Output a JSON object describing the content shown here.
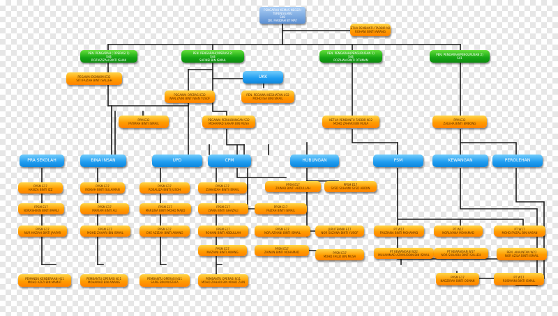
{
  "nodes": [
    {
      "id": "top",
      "style": "top",
      "lines": [
        "PENGARAH KEMAS NEGERI",
        "TERENGGANU",
        "S48",
        "DR. FARIDAH BT MAT"
      ]
    },
    {
      "id": "kpp",
      "style": "orange",
      "lines": [
        "KETUA PEMBANTU TADBIR N22",
        "ROHANI BINTI AWANG"
      ]
    },
    {
      "id": "o1",
      "style": "green",
      "lines": [
        "PEN. PENGARAH ( OPERASI 1)",
        "S44",
        "ROZIAZIZAH BINTI ISHAK"
      ]
    },
    {
      "id": "o2",
      "style": "green",
      "lines": [
        "PEN. PENGARAH(OPERASI 2)",
        "S44",
        "SAFINEI BIN ISMAIL"
      ]
    },
    {
      "id": "p1",
      "style": "green",
      "lines": [
        "PEN. PENGARAH(PENGURUSAN 1)",
        "S44",
        "ROZIHAN BINTI OTHMAN"
      ]
    },
    {
      "id": "p2",
      "style": "green",
      "lines": [
        "PEN. PENGARAH(PENGURUSAN 2)",
        "S41"
      ]
    },
    {
      "id": "pe1",
      "style": "orange",
      "lines": [
        "PEGAWAI EKONOMI E32",
        "SITI FAIZAH BINTI SALLEH"
      ]
    },
    {
      "id": "ukk",
      "style": "blue",
      "lines": [
        "UKK"
      ]
    },
    {
      "id": "pe2",
      "style": "orange",
      "lines": [
        "PEGAWAI OPERASI E32",
        "WAN ZAINI BINTI WAN YUSOF"
      ]
    },
    {
      "id": "ppu",
      "style": "orange",
      "lines": [
        "PEN. PEGAWAI KESIHATAN U32",
        "MOHD ISA BIN ISMAIL"
      ]
    },
    {
      "id": "pg1",
      "style": "orange",
      "lines": [
        "PPM E32",
        "FATIMAH BINTI ISMAIL"
      ]
    },
    {
      "id": "phm",
      "style": "orange",
      "lines": [
        "PEGAWAI PERHUBUNGAN S32",
        "MOHAMAD SAHAR BIN MUSA"
      ]
    },
    {
      "id": "ptd",
      "style": "orange",
      "lines": [
        "KETUA PEMBANTU TADBIR N32",
        "MOHD ZAHARI BIN MUSA"
      ]
    },
    {
      "id": "ppm2",
      "style": "orange",
      "lines": [
        "PPM E32",
        "ZALEHA BINTI EMBONG"
      ]
    },
    {
      "id": "u_pra",
      "style": "blue",
      "lines": [
        "PRA SEKOLAH"
      ]
    },
    {
      "id": "u_bina",
      "style": "blue",
      "lines": [
        "BINA INSAN"
      ]
    },
    {
      "id": "u_upd",
      "style": "blue",
      "lines": [
        "UPD"
      ]
    },
    {
      "id": "u_cpm",
      "style": "blue",
      "lines": [
        "CPM"
      ]
    },
    {
      "id": "u_hub",
      "style": "blue",
      "lines": [
        "HUBUNGAN"
      ]
    },
    {
      "id": "u_psm",
      "style": "blue",
      "lines": [
        "PSM"
      ]
    },
    {
      "id": "u_kew",
      "style": "blue",
      "lines": [
        "KEWANGAN"
      ]
    },
    {
      "id": "u_per",
      "style": "blue",
      "lines": [
        "PEROLEHAN"
      ]
    },
    {
      "id": "s1",
      "style": "orange",
      "lines": [
        "PPSM E17",
        "HASIZA BINTI IZZ"
      ]
    },
    {
      "id": "s2",
      "style": "orange",
      "lines": [
        "PPSM E17",
        "ROKIAH BINTI SULAIMAN"
      ]
    },
    {
      "id": "s3",
      "style": "orange",
      "lines": [
        "PPSM E17",
        "ROSALIZA BINTI JUSOH"
      ]
    },
    {
      "id": "s4",
      "style": "orange",
      "lines": [
        "PPSM E17",
        "ZUHAIZAH BINTI ISMAIL"
      ]
    },
    {
      "id": "s5",
      "style": "orange",
      "lines": [
        "PPSM E17",
        "ZAINAB BINTI ABDULLAH"
      ]
    },
    {
      "id": "s6",
      "style": "orange",
      "lines": [
        "PPSM E17",
        "SYED SUHAIMI SYED ABIDIN"
      ]
    },
    {
      "id": "s7",
      "style": "orange",
      "lines": [
        "PPSM E17",
        "NORASHIKIN BINTI RAMLI"
      ]
    },
    {
      "id": "s8",
      "style": "orange",
      "lines": [
        "PPSM E17",
        "MARIAM BINTI ALI"
      ]
    },
    {
      "id": "s9",
      "style": "orange",
      "lines": [
        "PPSM E17",
        "MARLINA BINTI MOHD MAJID"
      ]
    },
    {
      "id": "s10",
      "style": "orange",
      "lines": [
        "PPSM E17",
        "LYANA BINTI GHAZALI"
      ]
    },
    {
      "id": "s11",
      "style": "orange",
      "lines": [
        "PPSM E17",
        "FAIZAH BINTI ISMAIL"
      ]
    },
    {
      "id": "t1",
      "style": "orange",
      "lines": [
        "PPSM E17",
        "NUR HAZIAH BINTI JAAFAR"
      ]
    },
    {
      "id": "t2",
      "style": "orange",
      "lines": [
        "PPSM E17",
        "MOHD ZAHARI BIN ISMAIL"
      ]
    },
    {
      "id": "t3",
      "style": "orange",
      "lines": [
        "PPSM E17",
        "CHE AZIZAH BINTI AWANG"
      ]
    },
    {
      "id": "t4",
      "style": "orange",
      "lines": [
        "PPSM E17",
        "ROHANI BINTI ABDULLAH"
      ]
    },
    {
      "id": "t5",
      "style": "orange",
      "lines": [
        "PPSM E17",
        "NOR AZHANI BINTI ISMAIL"
      ]
    },
    {
      "id": "t6",
      "style": "orange",
      "lines": [
        "JURUTEKNIK E17",
        "NOR SUZANA BINTI YUSOF"
      ]
    },
    {
      "id": "t7",
      "style": "orange",
      "lines": [
        "PT W17",
        "FAUZIANA BINTI MOHAMAD"
      ]
    },
    {
      "id": "t8",
      "style": "orange",
      "lines": [
        "PT W17",
        "NORLIYANA MOHAMAD"
      ]
    },
    {
      "id": "t9",
      "style": "orange",
      "lines": [
        "PT W17",
        "MOHD FAIZAL BIN HASAN"
      ]
    },
    {
      "id": "u1",
      "style": "orange",
      "lines": [
        "PPSM E17",
        "MAZAINI BINTI AWANG"
      ]
    },
    {
      "id": "u2",
      "style": "orange",
      "lines": [
        "PPSM E17",
        "ZAINUN BINTI MOHAMAD"
      ]
    },
    {
      "id": "u3",
      "style": "orange",
      "lines": [
        "PPSM E17",
        "MOHD FAUZI BIN MUSA"
      ]
    },
    {
      "id": "u4",
      "style": "orange",
      "lines": [
        "PT KEWANGAN W22",
        "MUHAMMAD AZAMUDDIN BIN ISMAIL"
      ]
    },
    {
      "id": "u5",
      "style": "orange",
      "lines": [
        "PT KEWANGAN W17",
        "NOR SUHAIDA BINTI SALLEH"
      ]
    },
    {
      "id": "u6",
      "style": "orange",
      "lines": [
        "PEM. AKAUNTAN W22",
        "NOR AZILA BINTI ISMAIL"
      ]
    },
    {
      "id": "v1",
      "style": "orange",
      "lines": [
        "PEMANDU KENDERAAN H11",
        "MOHD AZIZI BIN MAMAT"
      ]
    },
    {
      "id": "v2",
      "style": "orange",
      "lines": [
        "PEMBANTU OPERASI N11",
        "MOHAMAD BIN AWANG"
      ]
    },
    {
      "id": "v3",
      "style": "orange",
      "lines": [
        "PEMBANTU OPERASI N11",
        "SAPIE BIN MUSTAFA"
      ]
    },
    {
      "id": "v4",
      "style": "orange",
      "lines": [
        "PEMBANTU OPERASI N11",
        "MOHD ZAHARI BIN MOHD ZAIN"
      ]
    },
    {
      "id": "v5",
      "style": "orange",
      "lines": [
        "PPSM E17",
        "NADZIRAH BINTI OSMAN"
      ]
    },
    {
      "id": "v6",
      "style": "orange",
      "lines": [
        "PT W17",
        "ROSMAINI BINTI ISMAIL"
      ]
    }
  ]
}
